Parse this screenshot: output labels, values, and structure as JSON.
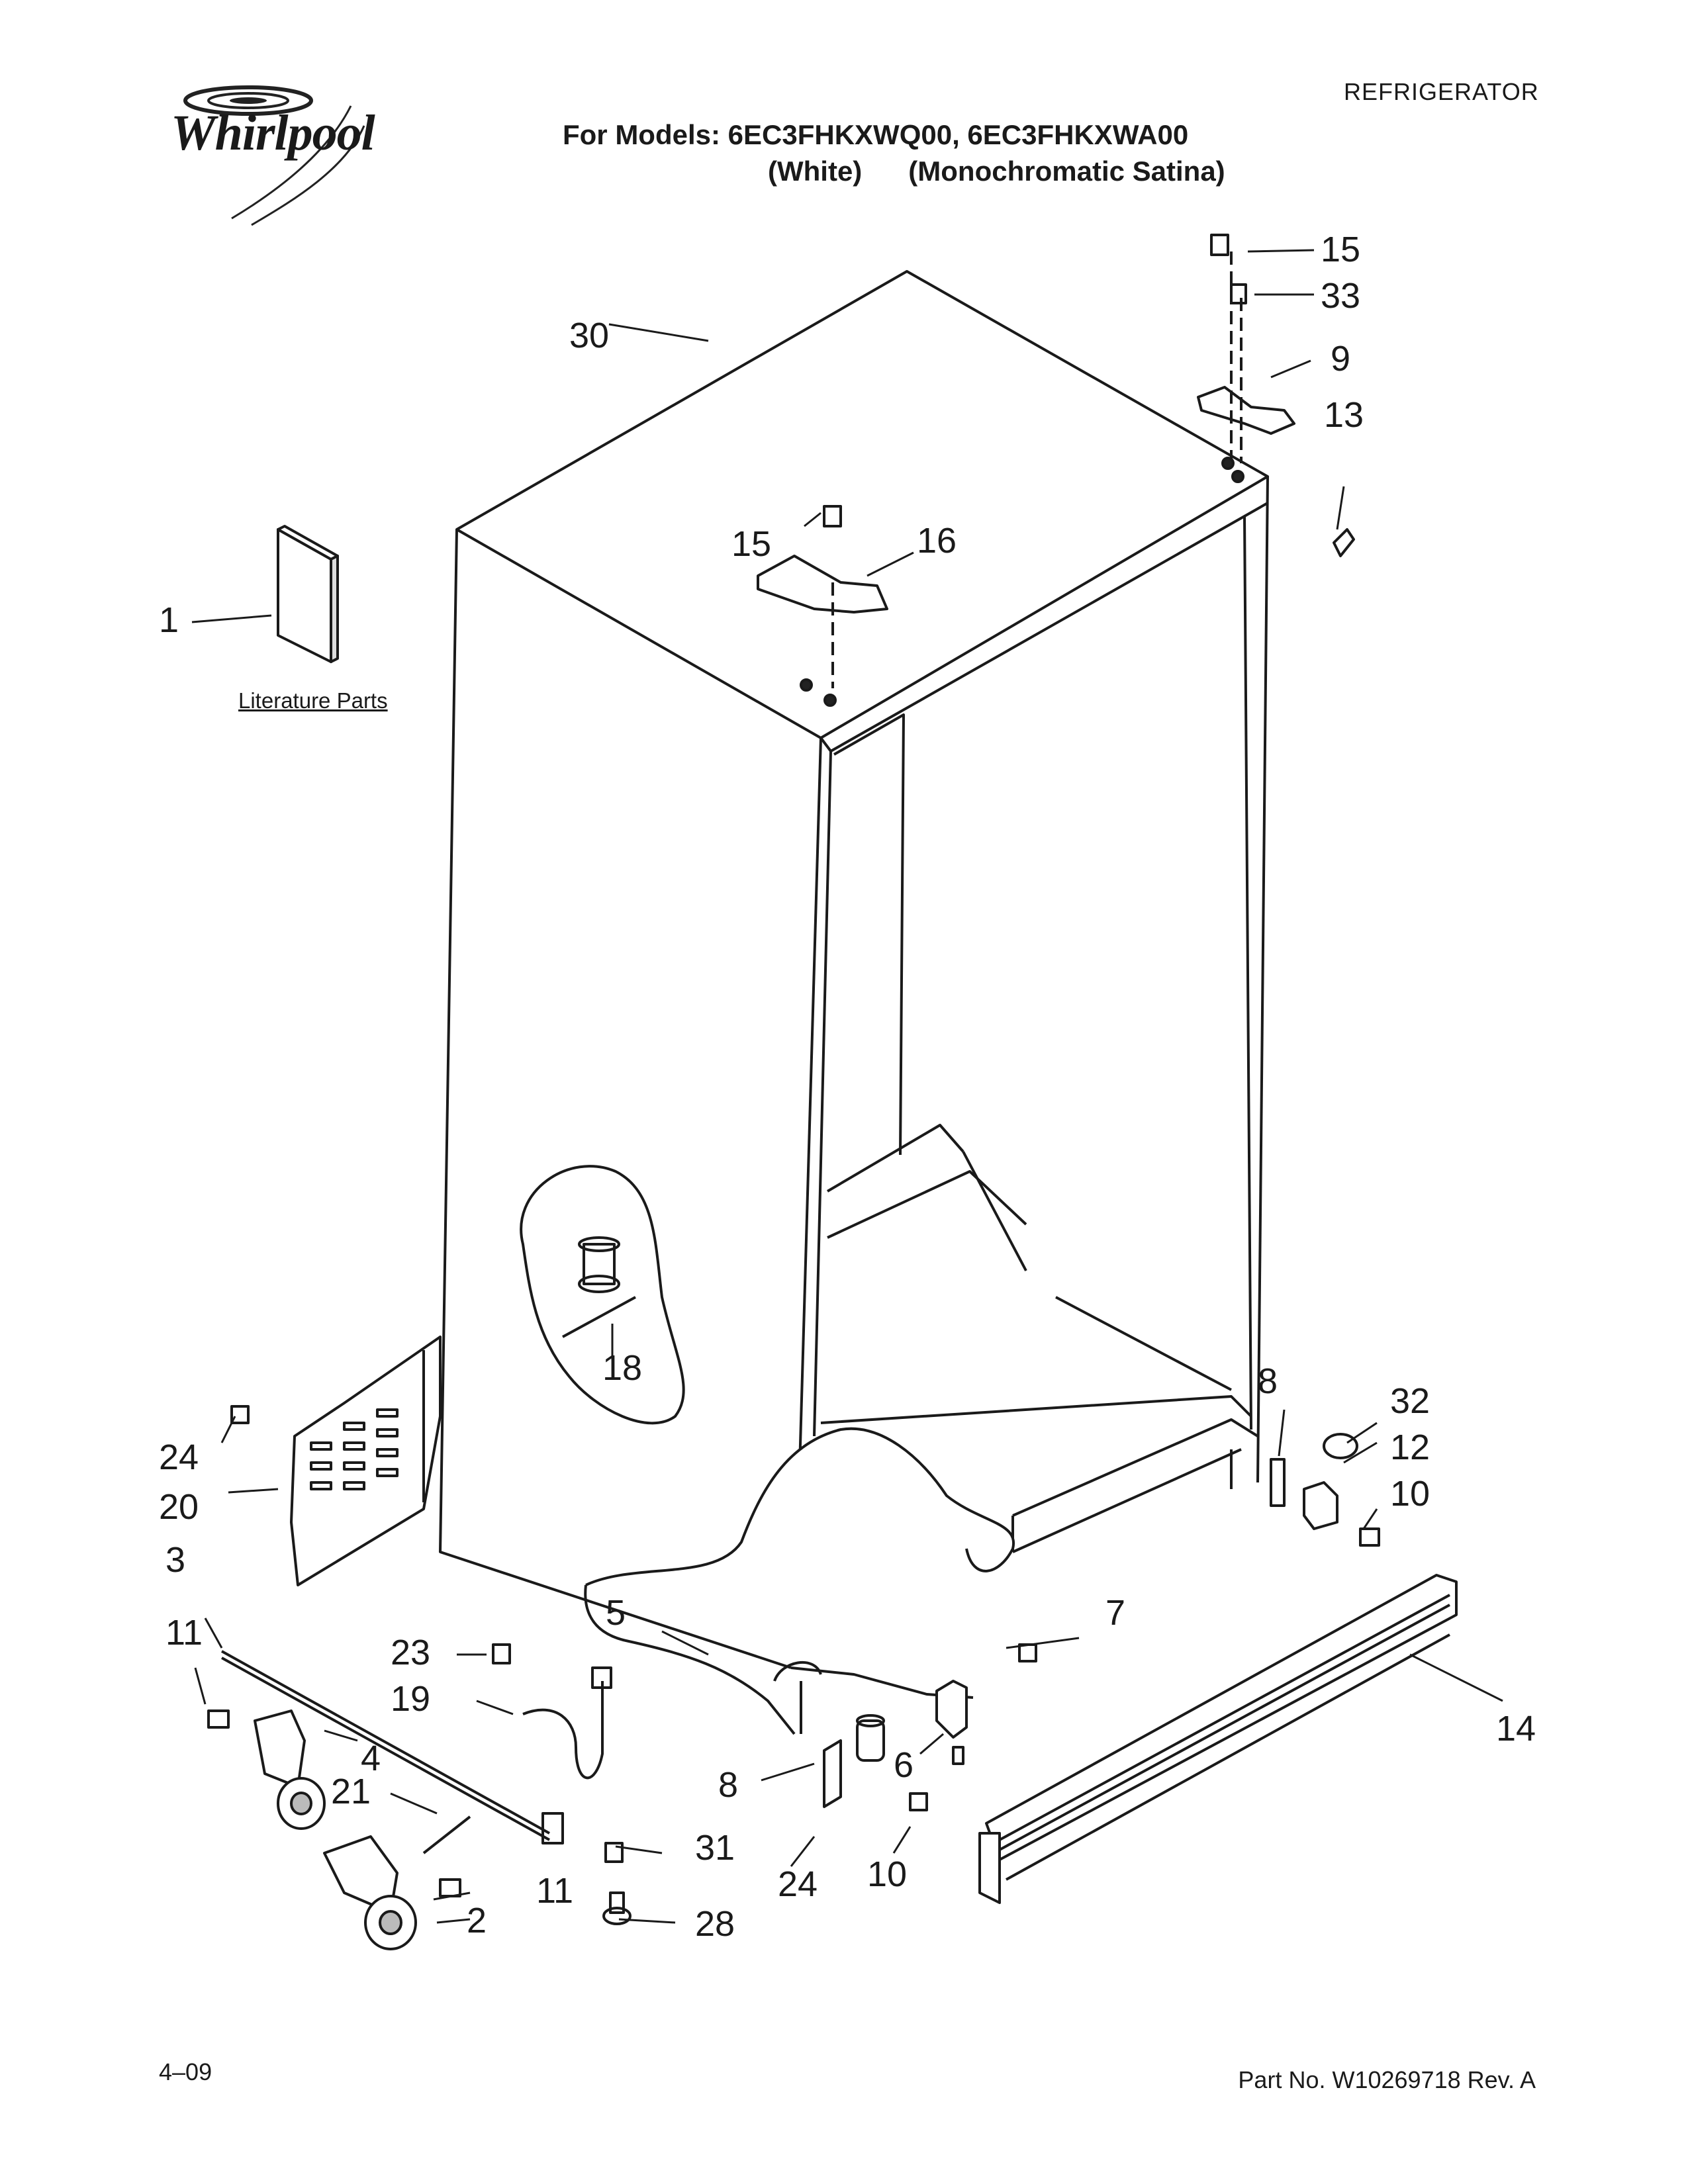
{
  "header": {
    "category": "REFRIGERATOR",
    "models_line": "For Models: 6EC3FHKXWQ00, 6EC3FHKXWA00",
    "variants_line": "(White)      (Monochromatic Satina)",
    "brand": "Whirlpool"
  },
  "diagram": {
    "literature_label": "Literature Parts",
    "callouts": {
      "c1": "1",
      "c2": "2",
      "c3": "3",
      "c4": "4",
      "c5": "5",
      "c6": "6",
      "c7": "7",
      "c8a": "8",
      "c8b": "8",
      "c9": "9",
      "c10a": "10",
      "c10b": "10",
      "c11a": "11",
      "c11b": "11",
      "c12": "12",
      "c13": "13",
      "c14": "14",
      "c15a": "15",
      "c15b": "15",
      "c16": "16",
      "c18": "18",
      "c19": "19",
      "c20": "20",
      "c21": "21",
      "c23": "23",
      "c24a": "24",
      "c24b": "24",
      "c28": "28",
      "c30": "30",
      "c31": "31",
      "c32": "32",
      "c33": "33"
    }
  },
  "footer": {
    "date": "4–09",
    "part_number": "Part No. W10269718 Rev. A"
  }
}
